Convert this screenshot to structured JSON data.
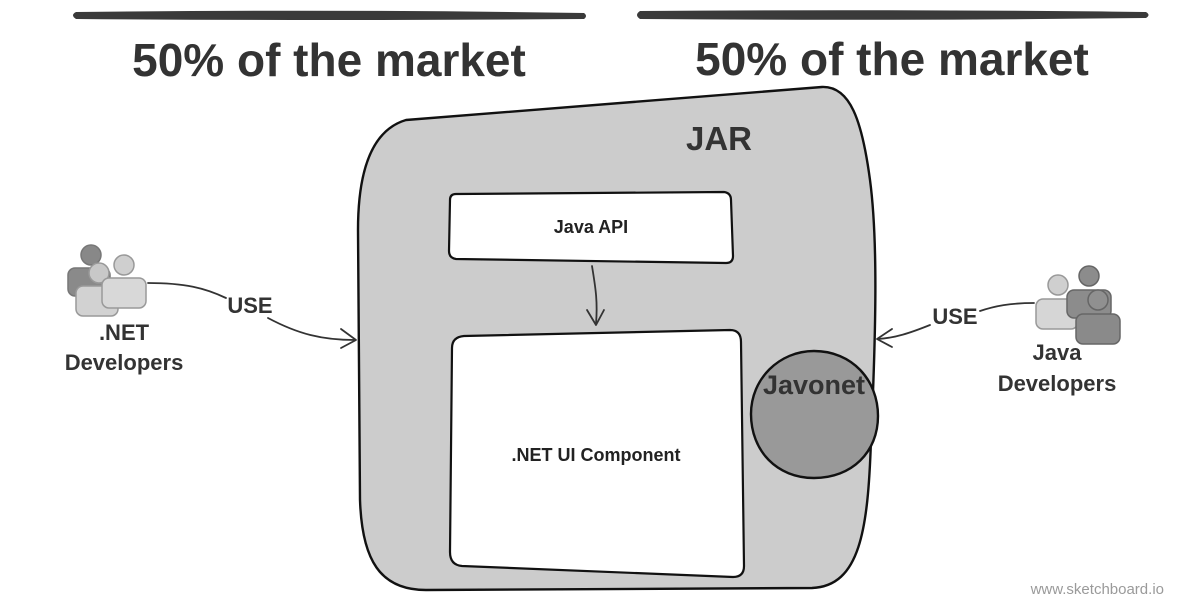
{
  "markets": {
    "left": "50% of the market",
    "right": "50% of the market"
  },
  "jar": {
    "label": "JAR"
  },
  "boxes": {
    "java_api": "Java API",
    "dotnet_ui": ".NET UI Component"
  },
  "javonet": {
    "label": "Javonet"
  },
  "dotnet_devs": {
    "line1": ".NET",
    "line2": "Developers",
    "use_label": "USE",
    "icon": "users-group-icon"
  },
  "java_devs": {
    "line1": "Java",
    "line2": "Developers",
    "use_label": "USE",
    "icon": "users-group-icon"
  },
  "watermark": "www.sketchboard.io",
  "colors": {
    "jar_fill": "#cccccc",
    "javonet_fill": "#999999",
    "box_fill": "#ffffff",
    "headline_text": "#333333",
    "bar": "#3a3a3a"
  }
}
